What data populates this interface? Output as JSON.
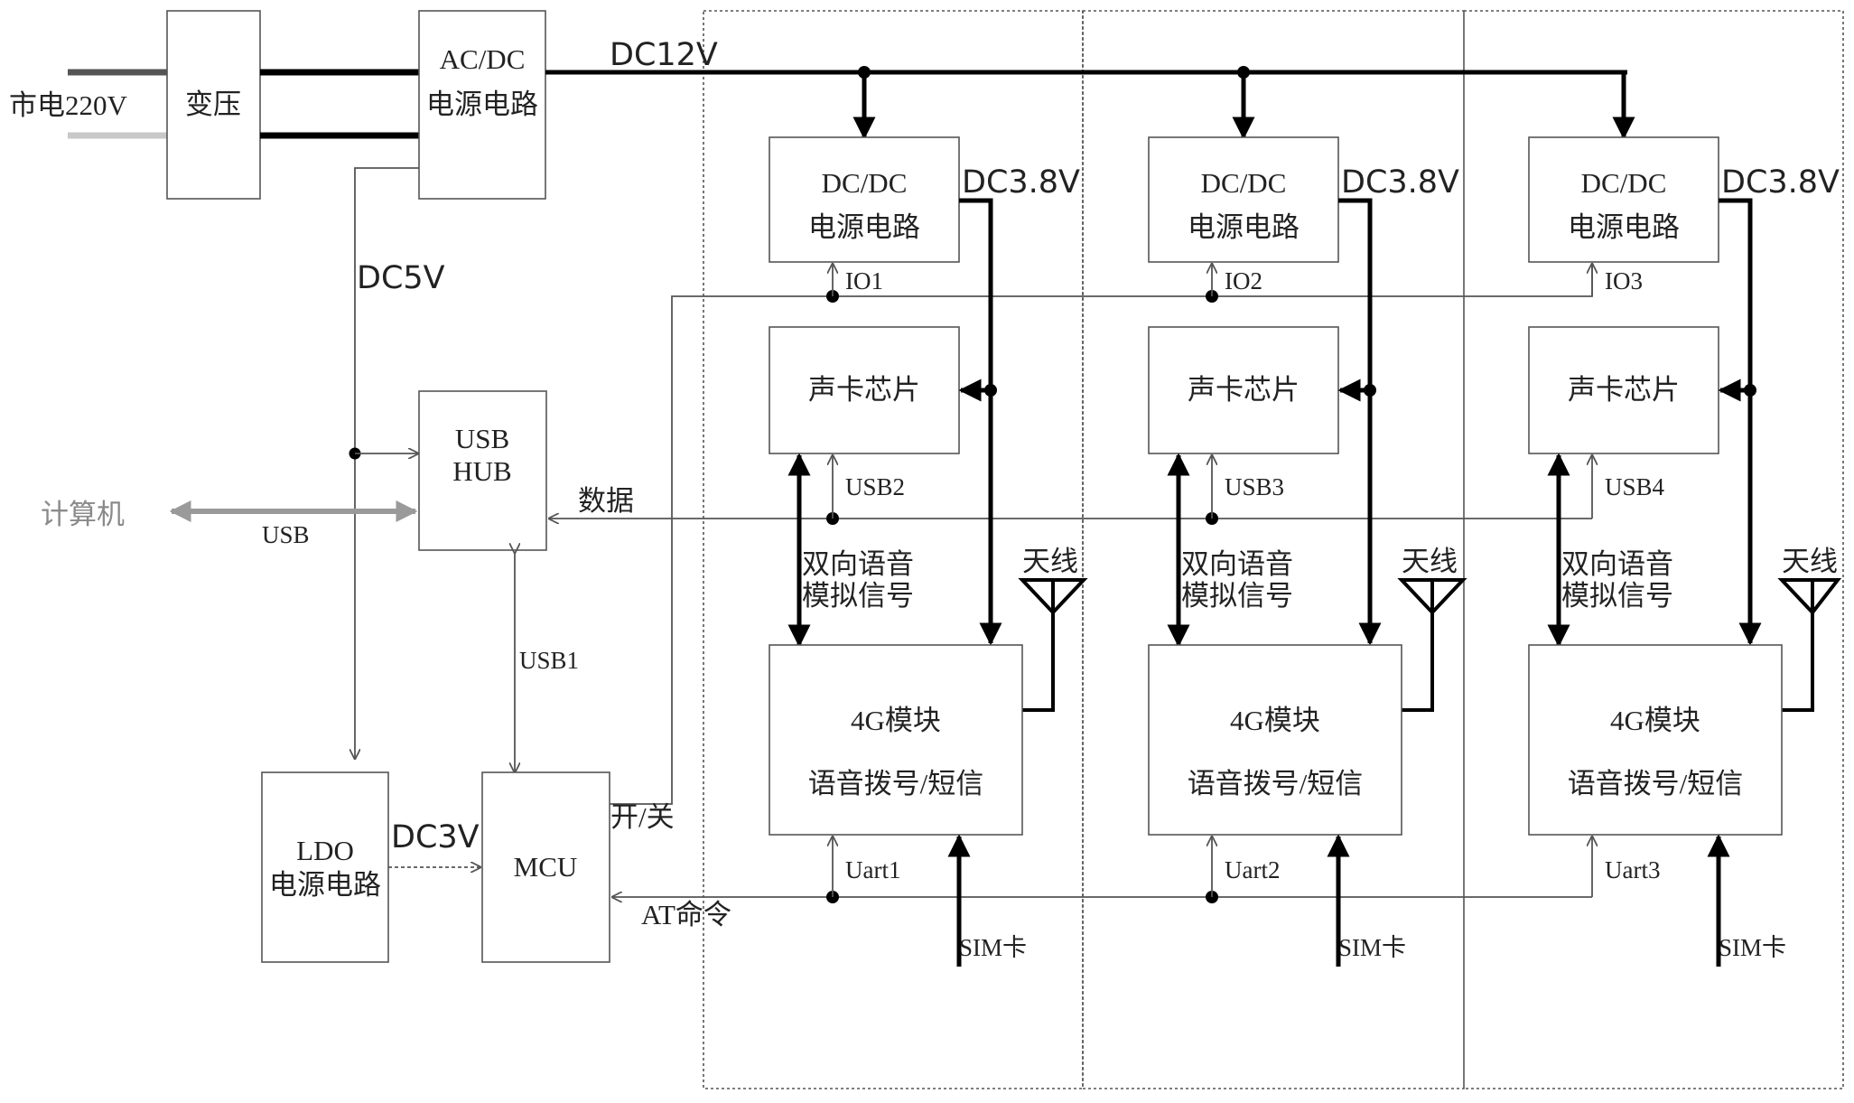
{
  "labels": {
    "mains": "市电220V",
    "transformer": "变压",
    "acdc_line1": "AC/DC",
    "acdc_line2": "电源电路",
    "dc12v": "DC12V",
    "dc5v": "DC5V",
    "usbhub_line1": "USB",
    "usbhub_line2": "HUB",
    "computer": "计算机",
    "usb": "USB",
    "data": "数据",
    "usb1": "USB1",
    "ldo_line1": "LDO",
    "ldo_line2": "电源电路",
    "dc3v": "DC3V",
    "mcu": "MCU",
    "switch": "开/关",
    "at_command": "AT命令"
  },
  "channel_common": {
    "dcdc_line1": "DC/DC",
    "dcdc_line2": "电源电路",
    "dc38v": "DC3.8V",
    "soundcard": "声卡芯片",
    "voice_line1": "双向语音",
    "voice_line2": "模拟信号",
    "antenna": "天线",
    "module_line1": "4G模块",
    "module_line2": "语音拨号/短信",
    "sim": "SIM卡"
  },
  "channels": [
    {
      "io": "IO1",
      "usb": "USB2",
      "uart": "Uart1"
    },
    {
      "io": "IO2",
      "usb": "USB3",
      "uart": "Uart2"
    },
    {
      "io": "IO3",
      "usb": "USB4",
      "uart": "Uart3"
    }
  ],
  "colors": {
    "line": "#000000",
    "box": "#555555",
    "faded": "#9a9a9a"
  }
}
